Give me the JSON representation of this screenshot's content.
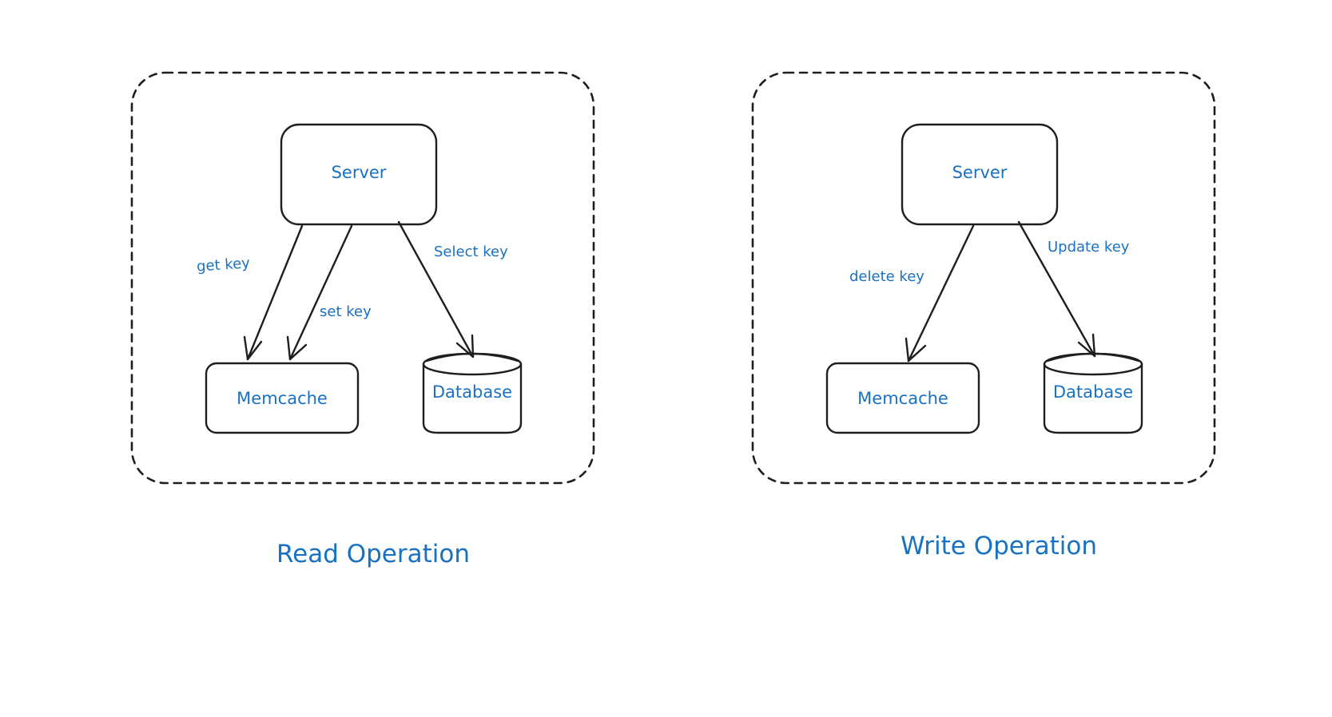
{
  "colors": {
    "text": "#1971c2",
    "stroke": "#1e1e1e",
    "background": "#ffffff"
  },
  "read": {
    "caption": "Read Operation",
    "server": "Server",
    "memcache": "Memcache",
    "database": "Database",
    "edges": {
      "get": "get key",
      "set": "set key",
      "select": "Select key"
    }
  },
  "write": {
    "caption": "Write Operation",
    "server": "Server",
    "memcache": "Memcache",
    "database": "Database",
    "edges": {
      "delete": "delete key",
      "update": "Update key"
    }
  }
}
